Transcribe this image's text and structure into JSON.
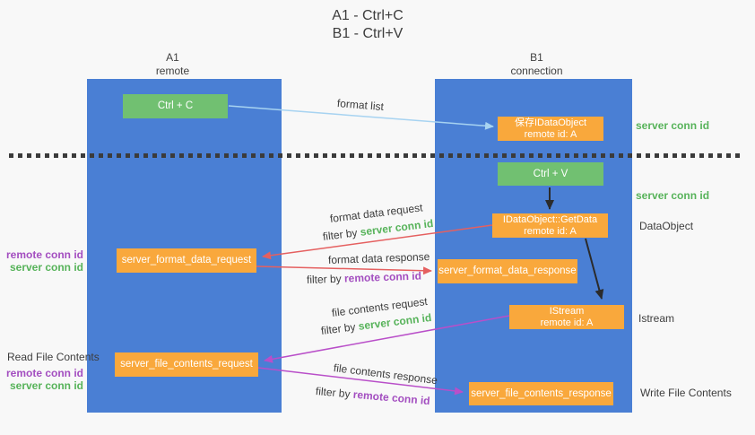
{
  "title": {
    "line1": "A1 - Ctrl+C",
    "line2": "B1 - Ctrl+V"
  },
  "columns": {
    "left": {
      "name": "A1",
      "sub": "remote"
    },
    "right": {
      "name": "B1",
      "sub": "connection"
    }
  },
  "boxes": {
    "ctrl_c": "Ctrl + C",
    "ctrl_v": "Ctrl + V",
    "save_idataobject": {
      "line1": "保存IDataObject",
      "line2": "remote id: A"
    },
    "getdata": {
      "line1": "IDataObject::GetData",
      "line2": "remote id: A"
    },
    "istream": {
      "line1": "IStream",
      "line2": "remote id: A"
    },
    "format_data_request": "server_format_data_request",
    "format_data_response": "server_format_data_response",
    "file_contents_request": "server_file_contents_request",
    "file_contents_response": "server_file_contents_response"
  },
  "arrow_labels": {
    "format_list": "format list",
    "format_data_request": "format data request",
    "format_data_response": "format data response",
    "file_contents_request": "file contents request",
    "file_contents_response": "file contents response",
    "filter_by": "filter by ",
    "server_conn_id": "server conn id",
    "remote_conn_id": "remote conn id"
  },
  "side_labels": {
    "server_conn_id_top": "server conn id",
    "server_conn_id_mid": "server conn id",
    "dataobject": "DataObject",
    "istream": "Istream",
    "write_file_contents": "Write File Contents",
    "read_file_contents": "Read File Contents",
    "remote_conn_id_mid": "remote conn id",
    "server_conn_id_mid_left": "server conn id",
    "remote_conn_id_bottom": "remote conn id",
    "server_conn_id_bottom": "server conn id"
  },
  "colors": {
    "background": "#f8f8f8",
    "lifeline_blue": "#4a7fd4",
    "box_green": "#71c071",
    "box_orange": "#f9a83c",
    "text_dark": "#3d3d3d",
    "conn_id_green": "#57b35a",
    "conn_id_purple": "#a34ec0",
    "arrow_light_blue": "#a7d3f1",
    "arrow_red": "#e56060",
    "arrow_purple": "#b94fc9",
    "arrow_black": "#2b2b2b",
    "dotted_line": "#3b3b3b"
  }
}
